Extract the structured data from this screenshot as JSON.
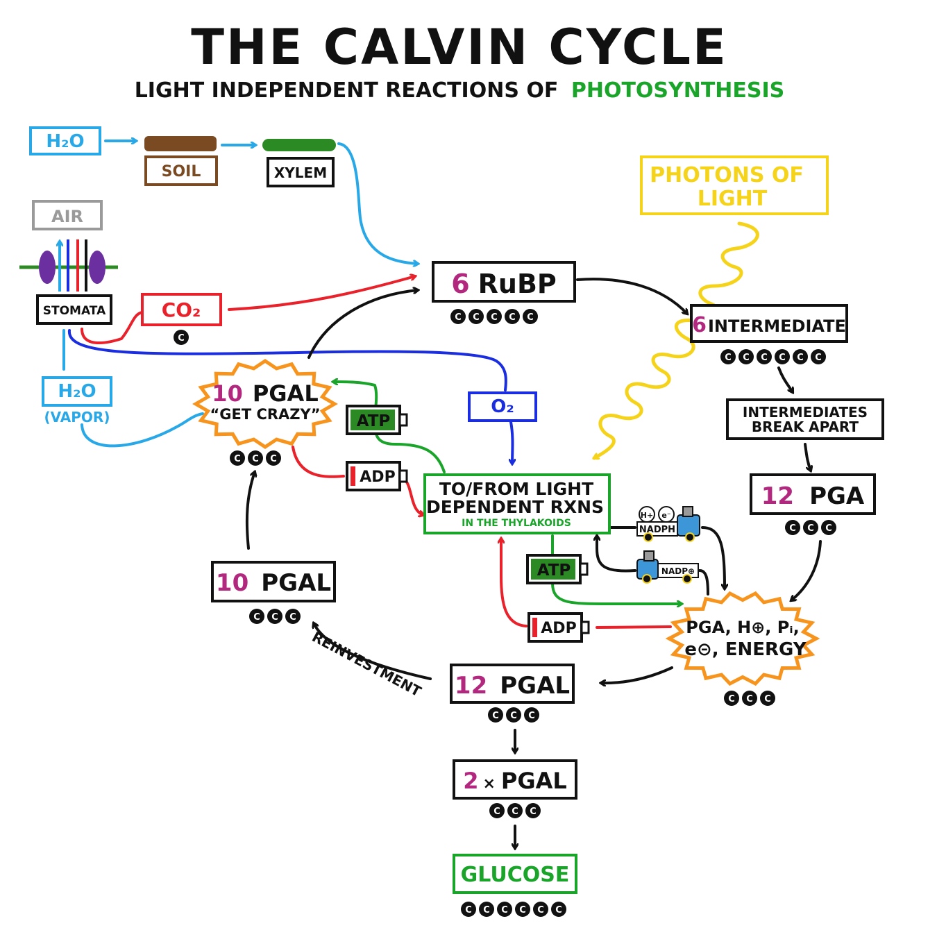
{
  "title": "THE CALVIN CYCLE",
  "subtitle": {
    "prefix": "LIGHT INDEPENDENT REACTIONS OF",
    "highlight": "PHOTOSYNTHESIS"
  },
  "colors": {
    "black": "#111111",
    "blue": "#1a2ee0",
    "light_blue": "#29a8e8",
    "red": "#e8212b",
    "green": "#1aa52a",
    "dark_green": "#2b8a23",
    "magenta": "#b3287f",
    "yellow": "#f6d31b",
    "orange": "#f7941d",
    "brown": "#7a4a22",
    "gray": "#9a9a9a",
    "purple": "#6b2fa0",
    "truck_blue": "#3c96d8"
  },
  "inputs": {
    "water": "H₂O",
    "soil": "SOIL",
    "xylem": "XYLEM",
    "air": "AIR",
    "stomata": "STOMATA",
    "co2": "CO₂",
    "co2_carbon": "C",
    "vapor_h2o": "H₂O",
    "vapor": "(VAPOR)",
    "o2": "O₂"
  },
  "photons": {
    "line1": "PHOTONS OF",
    "line2": "LIGHT"
  },
  "rubp": {
    "count": "6",
    "label": "RuBP",
    "carbons": 5
  },
  "intermediate": {
    "count": "6",
    "label": "INTERMEDIATE",
    "carbons": 6
  },
  "break_apart": {
    "line1": "INTERMEDIATES",
    "line2": "BREAK APART"
  },
  "pga12": {
    "count": "12",
    "label": "PGA",
    "carbons": 3
  },
  "reaction": {
    "line1": "PGA, H⊕, Pᵢ,",
    "line2": "e⊝, ENERGY",
    "carbons": 3
  },
  "pgal12": {
    "count": "12",
    "label": "PGAL",
    "carbons": 3
  },
  "pgal2": {
    "count": "2",
    "times": "×",
    "label": "PGAL",
    "carbons": 3
  },
  "glucose": {
    "label": "GLUCOSE",
    "carbons": 6
  },
  "pgal10": {
    "count": "10",
    "label": "PGAL",
    "carbons": 3
  },
  "get_crazy": {
    "count": "10",
    "label": "PGAL",
    "quote": "“GET CRAZY”",
    "carbons": 3
  },
  "light_dependent": {
    "line1": "TO/FROM LIGHT",
    "line2": "DEPENDENT RXNS",
    "line3": "IN THE THYLAKOIDS"
  },
  "energy": {
    "atp": "ATP",
    "adp": "ADP",
    "nadph": "NADPH",
    "nadp": "NADP⊕",
    "h_plus": "H+",
    "e_minus": "e⁻"
  },
  "reinvestment": "REINVESTMENT",
  "carbon_letter": "C"
}
